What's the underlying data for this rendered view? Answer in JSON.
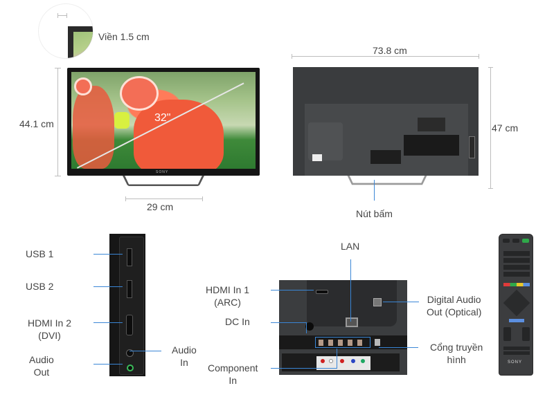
{
  "bezel": {
    "label": "Viền 1.5 cm"
  },
  "front_view": {
    "height_label": "44.1 cm",
    "stand_width_label": "29 cm",
    "screen_size_label": "32\"",
    "brand": "SONY"
  },
  "back_view": {
    "width_label": "73.8 cm",
    "height_label": "47 cm",
    "button_label": "Nút bấm"
  },
  "side_ports": {
    "items": [
      {
        "label": "USB 1"
      },
      {
        "label": "USB 2"
      },
      {
        "label": "HDMI In 2\n(DVI)"
      },
      {
        "label": "Audio\nIn"
      },
      {
        "label": "Audio\nOut"
      }
    ]
  },
  "rear_ports": {
    "items": [
      {
        "label": "LAN"
      },
      {
        "label": "HDMI In 1\n(ARC)"
      },
      {
        "label": "DC In"
      },
      {
        "label": "Component\nIn"
      },
      {
        "label": "Digital Audio\nOut (Optical)"
      },
      {
        "label": "Cổng truyền\nhình"
      }
    ]
  },
  "remote": {
    "brand": "SONY"
  },
  "colors": {
    "callout_line": "#3a86d6",
    "dimension_line": "#bdbdbd",
    "text": "#444444"
  }
}
